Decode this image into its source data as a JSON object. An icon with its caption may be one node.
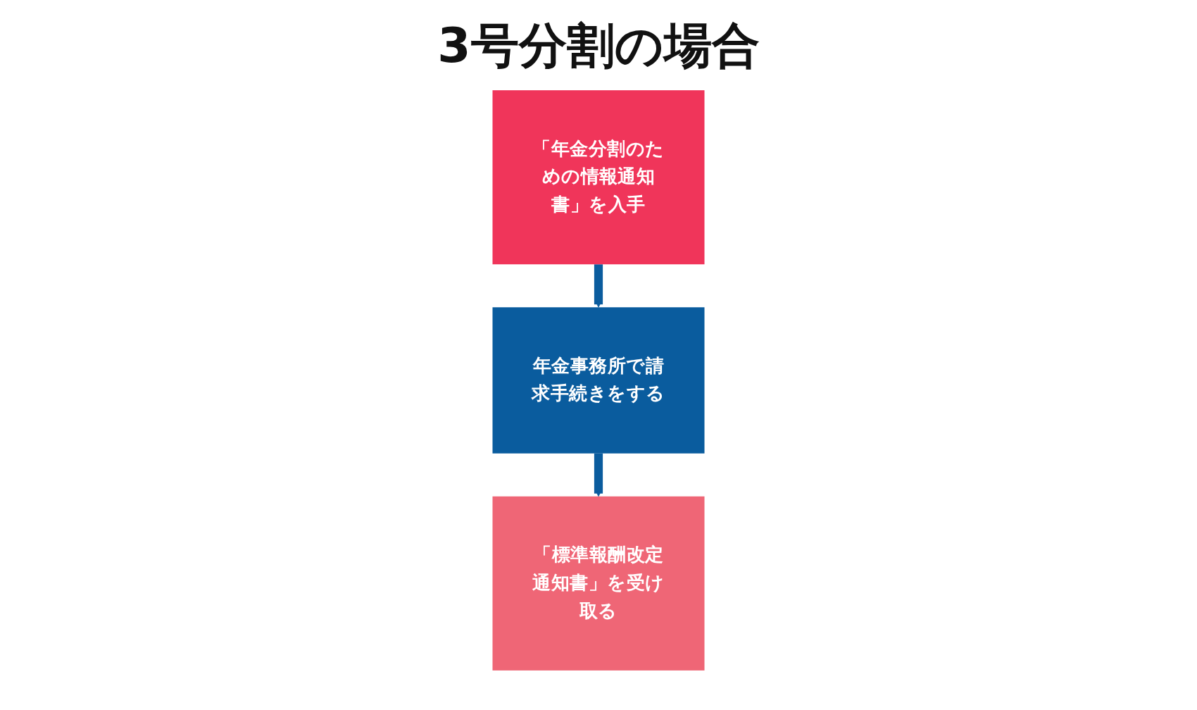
{
  "diagram": {
    "title": "3号分割の場合",
    "nodes": [
      {
        "text": [
          "「年金分割のための情報通知書」を入手"
        ]
      },
      {
        "text": [
          "年金事務所で請求手続きをする"
        ]
      },
      {
        "text": [
          "「標準報酬改定通知書」を受け取る"
        ]
      }
    ],
    "edges": [
      {
        "from": 0,
        "to": 1,
        "arrow": "to"
      },
      {
        "from": 1,
        "to": 2,
        "arrow": "to"
      }
    ]
  }
}
